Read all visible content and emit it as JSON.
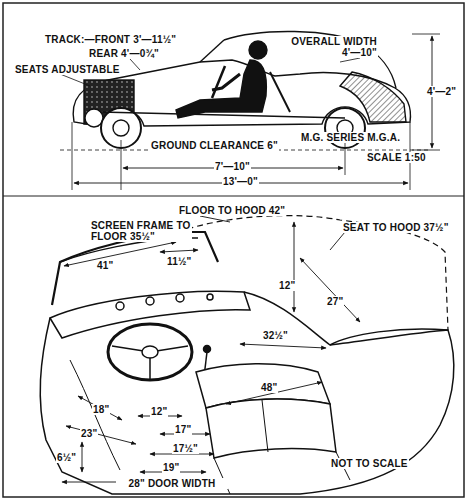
{
  "diagram": {
    "labels": [
      "TRACK:—FRONT 3'—11½\"",
      "REAR 4'—0¾\"",
      "SEATS ADJUSTABLE",
      "OVERALL WIDTH 4'—10\"",
      "4'—2\"",
      "GROUND CLEARANCE 6\"",
      "7'—10\"",
      "13'—0\"",
      "M.G. SERIES M.G.A.",
      "SCALE 1:50",
      "FLOOR TO HOOD 42\"",
      "SCREEN FRAME TO FLOOR 35½\"",
      "SEAT TO HOOD 37½\"",
      "41\"",
      "11½\"",
      "12\"",
      "27\"",
      "32½\"",
      "48\"",
      "18\"",
      "23\"",
      "12\"",
      "17\"",
      "17½\"",
      "6½\"",
      "19\"",
      "28\" DOOR WIDTH",
      "NOT TO SCALE"
    ]
  }
}
